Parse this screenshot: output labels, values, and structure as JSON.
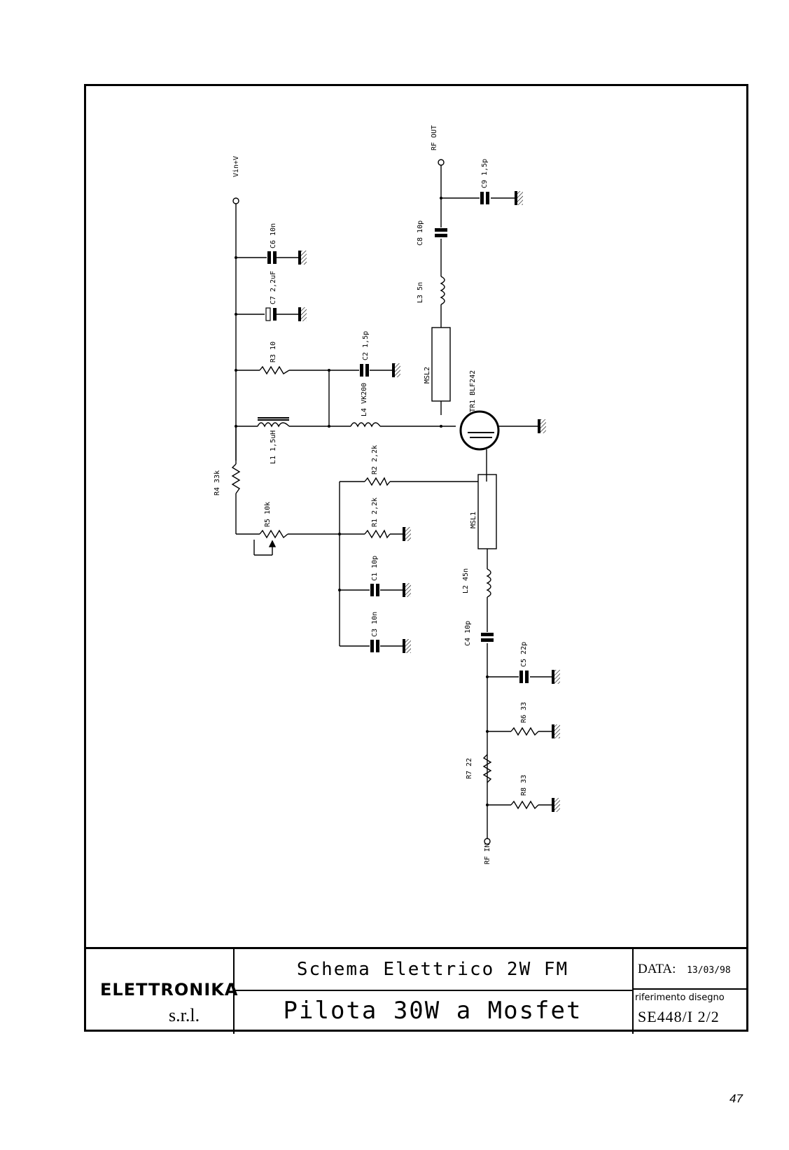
{
  "schematic": {
    "labels": {
      "vin": "Vin+V",
      "rf_out": "RF OUT",
      "c6": "C6 10n",
      "c7": "C7 2,2uF",
      "r3": "R3 10",
      "c2": "C2 1,5p",
      "l4": "L4 VK200",
      "l1": "L1 1,5uH",
      "r4": "R4 33k",
      "r5": "R5 10k",
      "r2": "R2 2,2k",
      "r1": "R1 2,2k",
      "c1": "C1 10p",
      "c3": "C3 10n",
      "msl1": "MSL1",
      "msl2": "MSL2",
      "tr1": "TR1 BLF242",
      "l2": "L2 45n",
      "l3": "L3 5n",
      "c4": "C4 10p",
      "c5": "C5 22p",
      "c8": "C8 10p",
      "c9": "C9 1,5p",
      "r6": "R6 33",
      "r7": "R7 22",
      "r8": "R8 33",
      "rf_in": "RF IN"
    }
  },
  "title_block": {
    "logo_brand": "ELETTRONIKA",
    "logo_srl": "s.r.l.",
    "title_line1": "Schema Elettrico 2W FM",
    "title_line2": "Pilota 30W a Mosfet",
    "date_label": "DATA:",
    "date_value": "13/03/98",
    "ref_label": "riferimento disegno",
    "ref_value": "SE448/I 2/2"
  },
  "page_number": "47"
}
